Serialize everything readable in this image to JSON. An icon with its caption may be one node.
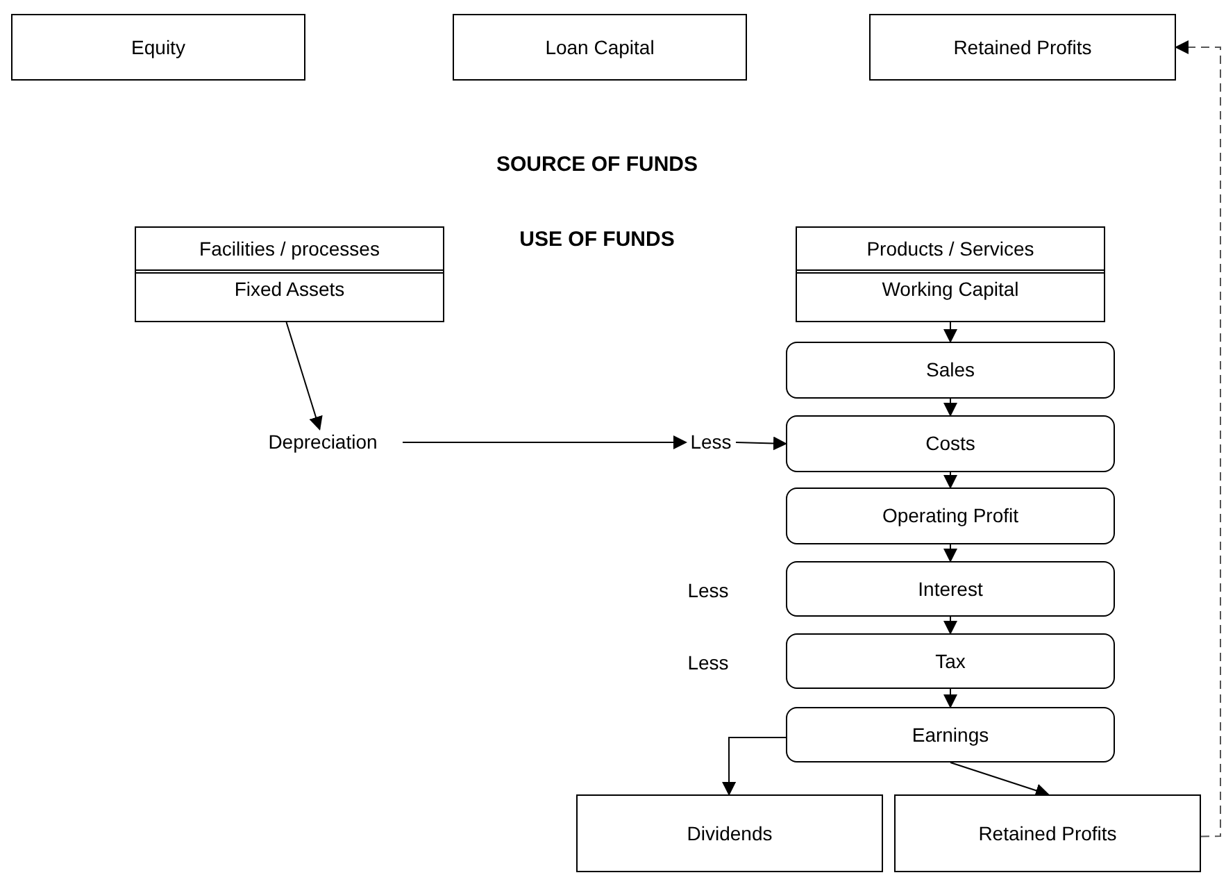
{
  "diagram": {
    "nodes": [
      {
        "text": [
          "Equity"
        ]
      },
      {
        "text": [
          "Loan Capital"
        ]
      },
      {
        "text": [
          "Retained Profits"
        ]
      },
      {
        "text": [
          "Facilities / processes",
          "Fixed Assets"
        ]
      },
      {
        "text": [
          "Products / Services",
          "Working Capital"
        ]
      },
      {
        "text": [
          "Depreciation"
        ]
      },
      {
        "text": [
          "Less"
        ]
      },
      {
        "text": [
          "Sales"
        ]
      },
      {
        "text": [
          "Costs"
        ]
      },
      {
        "text": [
          "Operating Profit"
        ]
      },
      {
        "text": [
          "Interest"
        ]
      },
      {
        "text": [
          "Tax"
        ]
      },
      {
        "text": [
          "Earnings"
        ]
      },
      {
        "text": [
          "Dividends"
        ]
      },
      {
        "text": [
          "Retained Profits"
        ]
      }
    ],
    "edges": [
      {
        "from": 3,
        "to": 5,
        "arrow": "to"
      },
      {
        "from": 5,
        "to": 6,
        "arrow": "to"
      },
      {
        "from": 6,
        "to": 8,
        "arrow": "to"
      },
      {
        "from": 4,
        "to": 7,
        "arrow": "to"
      },
      {
        "from": 7,
        "to": 8,
        "arrow": "to"
      },
      {
        "from": 8,
        "to": 9,
        "arrow": "to"
      },
      {
        "from": 9,
        "to": 10,
        "arrow": "to"
      },
      {
        "from": 10,
        "to": 11,
        "arrow": "to"
      },
      {
        "from": 11,
        "to": 12,
        "arrow": "to"
      },
      {
        "from": 12,
        "to": 13,
        "arrow": "to"
      },
      {
        "from": 12,
        "to": 14,
        "arrow": "to"
      },
      {
        "from": 14,
        "to": 2,
        "arrow": "to",
        "style": "dashed"
      }
    ],
    "labels": [
      "SOURCE OF FUNDS",
      "USE OF FUNDS",
      "Less",
      "Less"
    ]
  }
}
